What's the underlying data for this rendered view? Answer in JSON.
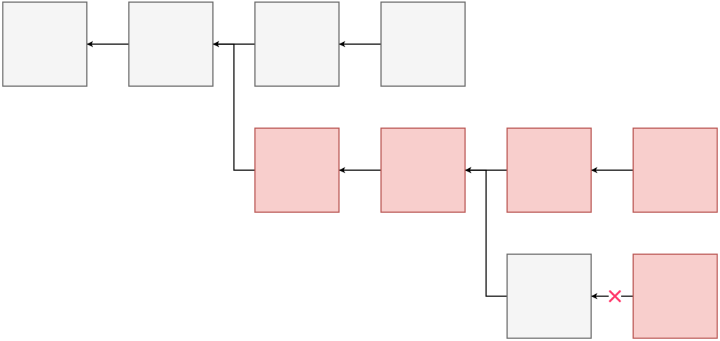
{
  "colors": {
    "grey_fill": "#f5f5f5",
    "grey_stroke": "#666666",
    "red_fill": "#f8cecc",
    "red_stroke": "#b85450",
    "edge": "#000000",
    "blocked_marker": "#ff3366"
  },
  "nodes": [
    {
      "id": "g1",
      "style": "grey"
    },
    {
      "id": "g2",
      "style": "grey"
    },
    {
      "id": "g3",
      "style": "grey"
    },
    {
      "id": "g4",
      "style": "grey"
    },
    {
      "id": "r1",
      "style": "red"
    },
    {
      "id": "r2",
      "style": "red"
    },
    {
      "id": "r3",
      "style": "red"
    },
    {
      "id": "r4",
      "style": "red"
    },
    {
      "id": "g5",
      "style": "grey"
    },
    {
      "id": "r5",
      "style": "red"
    }
  ],
  "edges": [
    {
      "from": "g2",
      "to": "g1"
    },
    {
      "from": "g3",
      "to": "g2"
    },
    {
      "from": "g4",
      "to": "g3"
    },
    {
      "from": "r1",
      "to": "g2"
    },
    {
      "from": "r2",
      "to": "r1"
    },
    {
      "from": "r3",
      "to": "r2"
    },
    {
      "from": "r4",
      "to": "r3"
    },
    {
      "from": "g5",
      "to": "r2"
    },
    {
      "from": "r5",
      "to": "g5",
      "blocked": true
    }
  ],
  "icons": {
    "blocked": "cross-icon"
  }
}
